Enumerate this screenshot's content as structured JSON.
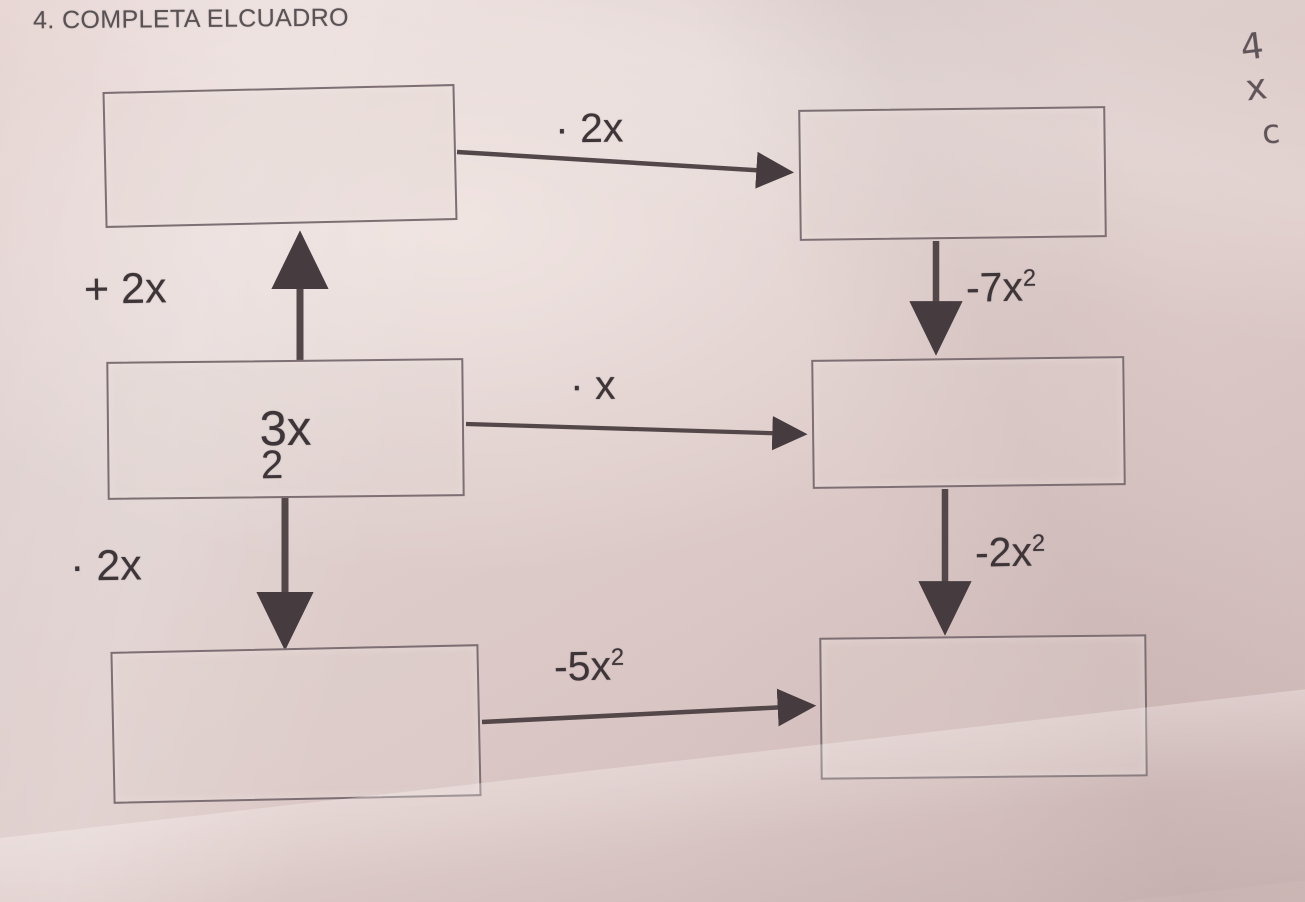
{
  "page": {
    "title": "4. COMPLETA ELCUADRO",
    "paper_color": "#ded0ce",
    "ink_color": "#3e3539"
  },
  "margin_notes": [
    {
      "name": "note-4x",
      "text": "4 x"
    },
    {
      "name": "note-c",
      "text": "c"
    }
  ],
  "diagram": {
    "boxes": [
      {
        "id": "box-tl",
        "position": "top-left",
        "value": "",
        "sub": "",
        "empty": true
      },
      {
        "id": "box-tr",
        "position": "top-right",
        "value": "",
        "sub": "",
        "empty": true
      },
      {
        "id": "box-ml",
        "position": "middle-left",
        "value": "3x",
        "sub": "2",
        "empty": false
      },
      {
        "id": "box-mr",
        "position": "middle-right",
        "value": "",
        "sub": "",
        "empty": true
      },
      {
        "id": "box-bl",
        "position": "bottom-left",
        "value": "",
        "sub": "",
        "empty": true
      },
      {
        "id": "box-br",
        "position": "bottom-right",
        "value": "",
        "sub": "",
        "empty": true
      }
    ],
    "edges": [
      {
        "id": "edge-tl-tr",
        "from": "box-tl",
        "to": "box-tr",
        "label": "· 2x",
        "direction": "right"
      },
      {
        "id": "edge-ml-tl",
        "from": "box-ml",
        "to": "box-tl",
        "label": "+ 2x",
        "direction": "up"
      },
      {
        "id": "edge-ml-mr",
        "from": "box-ml",
        "to": "box-mr",
        "label": "· x",
        "direction": "right"
      },
      {
        "id": "edge-tr-mr",
        "from": "box-tr",
        "to": "box-mr",
        "label": "-7x2",
        "direction": "down"
      },
      {
        "id": "edge-ml-bl",
        "from": "box-ml",
        "to": "box-bl",
        "label": "· 2x",
        "direction": "down"
      },
      {
        "id": "edge-mr-br",
        "from": "box-mr",
        "to": "box-br",
        "label": "-2x2",
        "direction": "down"
      },
      {
        "id": "edge-bl-br",
        "from": "box-bl",
        "to": "box-br",
        "label": "-5x2",
        "direction": "right"
      }
    ],
    "labels": {
      "top_multiply": "· 2x",
      "plus_2x": "+ 2x",
      "mid_multiply": "· x",
      "minus_7x_squared_base": "-7x",
      "minus_7x_squared_exp": "2",
      "bottom_multiply_2x": "· 2x",
      "minus_2x_squared_base": "-2x",
      "minus_2x_squared_exp": "2",
      "minus_5x_squared_base": "-5x",
      "minus_5x_squared_exp": "2"
    }
  }
}
